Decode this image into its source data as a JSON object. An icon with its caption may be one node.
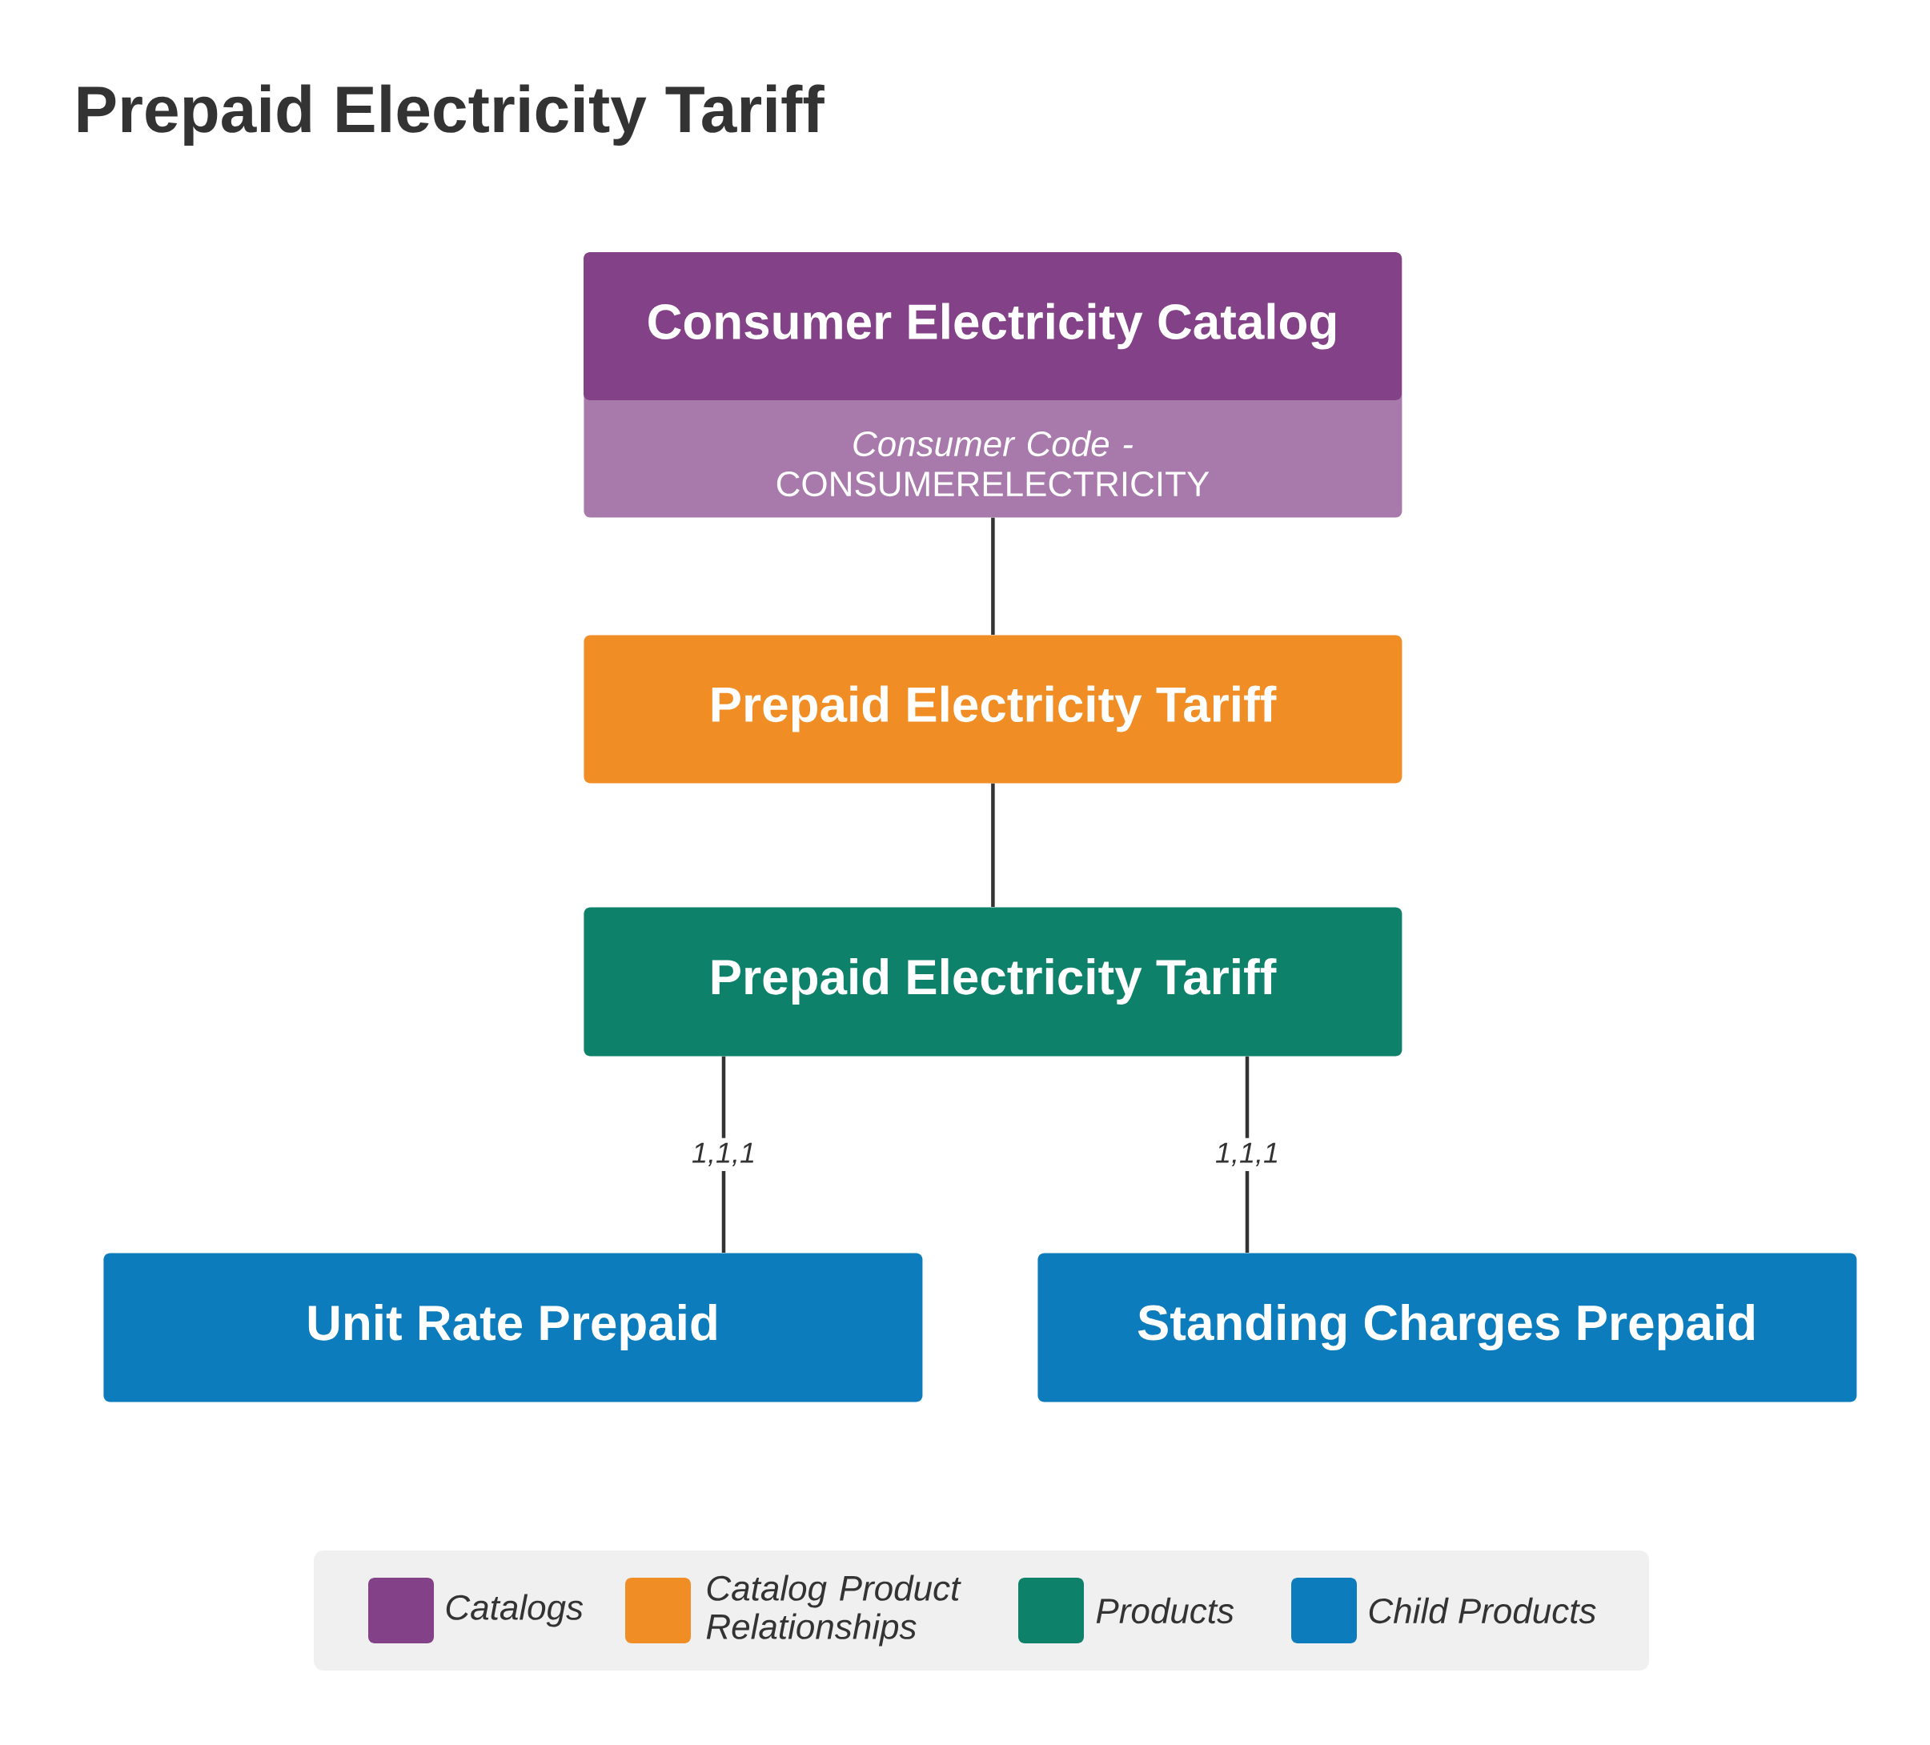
{
  "diagram": {
    "title": "Prepaid Electricity Tariff",
    "nodes": [
      {
        "text": [
          "Consumer Electricity Catalog",
          "*Consumer Code -* CONSUMERELECTRICITY"
        ]
      },
      {
        "text": [
          "Prepaid Electricity Tariff"
        ]
      },
      {
        "text": [
          "Prepaid Electricity Tariff"
        ]
      },
      {
        "text": [
          "Unit Rate Prepaid"
        ]
      },
      {
        "text": [
          "Standing Charges Prepaid"
        ]
      }
    ],
    "edges": [
      {
        "from": 0,
        "to": 1,
        "arrow": "none"
      },
      {
        "from": 1,
        "to": 2,
        "arrow": "none"
      },
      {
        "from": 2,
        "to": 3,
        "arrow": "none",
        "label": "1,1,1"
      },
      {
        "from": 2,
        "to": 4,
        "arrow": "none",
        "label": "1,1,1"
      }
    ],
    "legend": [
      {
        "text": "Catalogs",
        "color": "#834187"
      },
      {
        "text": "Catalog Product Relationships",
        "color": "#f08d24"
      },
      {
        "text": "Products",
        "color": "#0e816a"
      },
      {
        "text": "Child Products",
        "color": "#0d7cbc"
      }
    ]
  }
}
